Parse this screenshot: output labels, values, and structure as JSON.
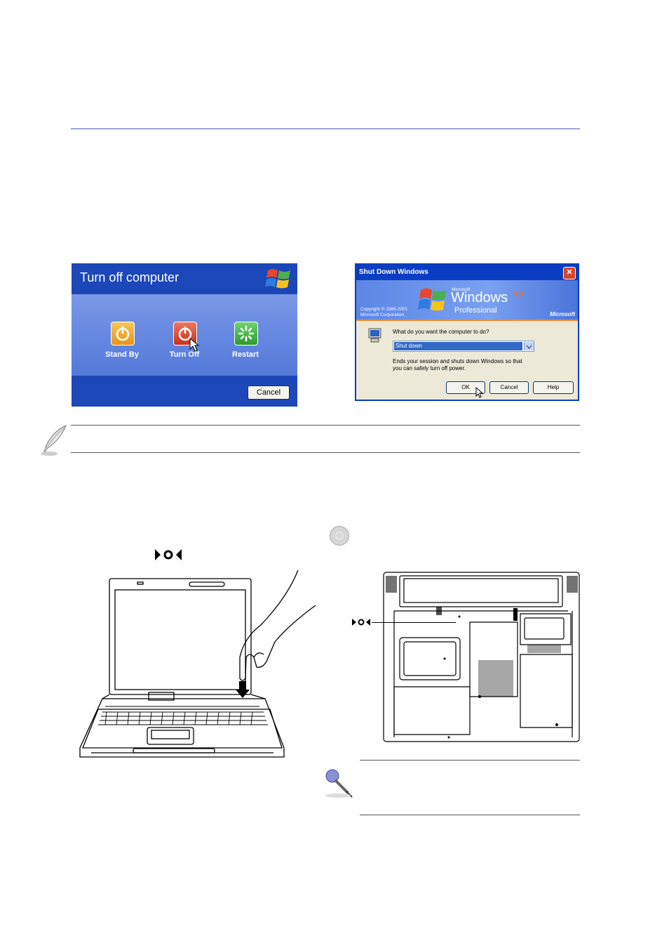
{
  "turn_off_dialog": {
    "title": "Turn off computer",
    "stand_by": "Stand By",
    "turn_off": "Turn Off",
    "restart": "Restart",
    "cancel": "Cancel"
  },
  "shutdown_dialog": {
    "title": "Shut Down Windows",
    "close": "✕",
    "brand_small": "Microsoft",
    "brand_windows": "Windows",
    "brand_xp": "xp",
    "brand_edition": "Professional",
    "brand_ms": "Microsoft",
    "copyright_1": "Copyright © 1985-2001",
    "copyright_2": "Microsoft Corporation",
    "prompt": "What do you want the computer to do?",
    "selected_option": "Shut down",
    "description_1": "Ends your session and shuts down Windows so that",
    "description_2": "you can safely turn off power.",
    "ok": "OK",
    "cancel": "Cancel",
    "help": "Help"
  },
  "colors": {
    "rule_blue": "#4a5aa8",
    "xp_blue": "#1c47b8",
    "standby_orange": "#f0a020",
    "turnoff_red": "#d83a24",
    "restart_green": "#3aa83a"
  }
}
